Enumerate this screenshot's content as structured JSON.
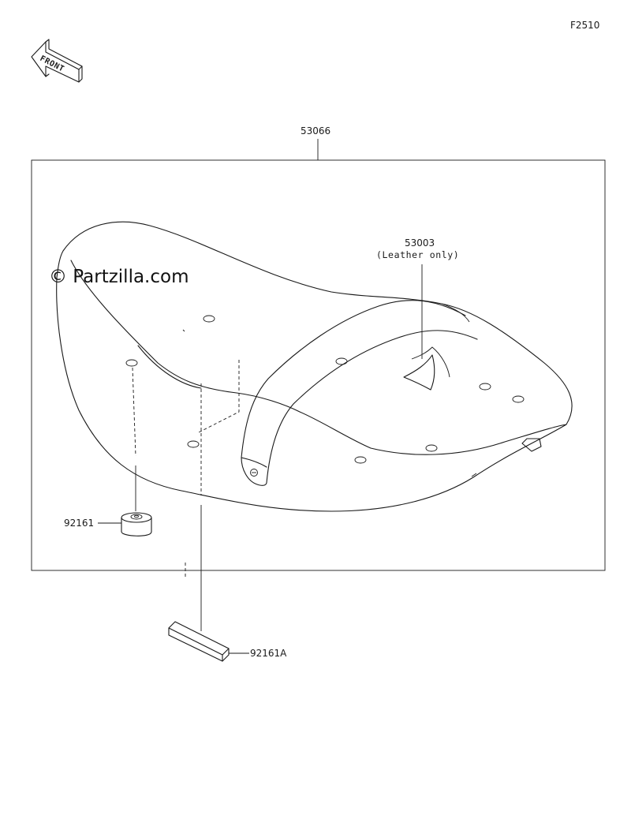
{
  "figure_code": "F2510",
  "front_marker": "FRONT",
  "watermark": "© Partzilla.com",
  "parts": {
    "seat_assembly": "53066",
    "seat_cover": "53003",
    "seat_cover_note": "(Leather only)",
    "damper_round": "92161",
    "damper_block": "92161A"
  }
}
